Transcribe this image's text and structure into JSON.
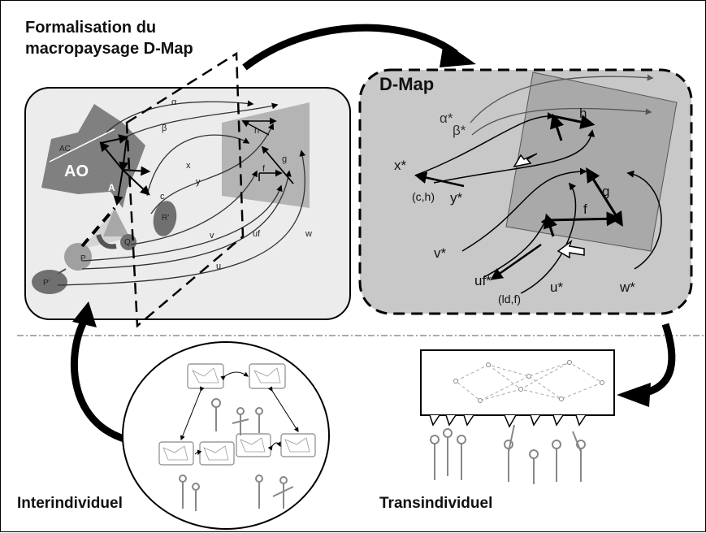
{
  "title_line1": "Formalisation du",
  "title_line2": "macropaysage D-Map",
  "bottom_left_label": "Interindividuel",
  "bottom_right_label": "Transindividuel",
  "dmap": {
    "title": "D-Map",
    "labels": {
      "alpha": "α*",
      "beta": "β*",
      "h": "h",
      "x": "x*",
      "c_h": "(c,h)",
      "y": "y*",
      "g": "g",
      "f": "f",
      "v": "v*",
      "uf": "uf*",
      "ld_f": "(ld,f)",
      "u": "u*",
      "w": "w*"
    }
  },
  "left_map": {
    "labels": {
      "alpha": "α",
      "beta": "β",
      "AC": "AC",
      "AO": "AO",
      "A": "A",
      "x": "x",
      "y": "y",
      "c": "c",
      "R": "R'",
      "h": "h",
      "f": "f",
      "g": "g",
      "Q": "Q",
      "v": "v",
      "uf": "uf",
      "w": "w",
      "P": "P",
      "u": "u",
      "P_prime": "P'"
    }
  },
  "colors": {
    "black": "#000000",
    "panel_light": "#ececec",
    "panel_dmap": "#c8c8c8",
    "shape_dark": "#808080",
    "shape_darker": "#6f6f6f",
    "square_fill": "#a9a9a9"
  }
}
